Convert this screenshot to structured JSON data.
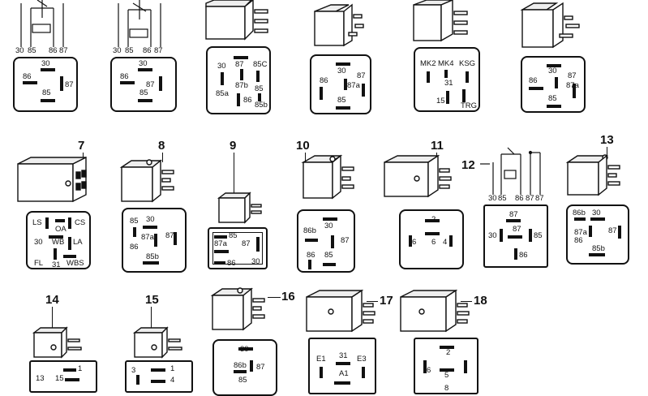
{
  "figure_numbers": [
    "7",
    "8",
    "9",
    "10",
    "11",
    "12",
    "13",
    "14",
    "15",
    "16",
    "17",
    "18"
  ],
  "schematic_pins": {
    "a": [
      "30",
      "85",
      "86",
      "87"
    ],
    "b": [
      "30",
      "85",
      "86",
      "87"
    ],
    "c": [
      "30",
      "85",
      "86",
      "87",
      "87"
    ]
  },
  "faces": {
    "r1a": [
      "30",
      "86",
      "87",
      "85"
    ],
    "r1b": [
      "30",
      "86",
      "87",
      "85"
    ],
    "r1c": [
      "30",
      "87",
      "85C",
      "87b",
      "85",
      "85a",
      "86",
      "85b"
    ],
    "r1d": [
      "30",
      "86",
      "87",
      "87a",
      "85"
    ],
    "r1e": [
      "MK2",
      "MK4",
      "KSG",
      "31",
      "15",
      "TRG"
    ],
    "r1f": [
      "30",
      "86",
      "87",
      "87a",
      "85"
    ],
    "f7": [
      "LS",
      "OA",
      "CS",
      "30",
      "WB",
      "LA",
      "FL",
      "31",
      "WBS"
    ],
    "f8": [
      "85",
      "30",
      "87a",
      "86",
      "87",
      "85b"
    ],
    "f9": [
      "85",
      "87a",
      "86",
      "87",
      "30"
    ],
    "f10": [
      "30",
      "86b",
      "87",
      "86",
      "85"
    ],
    "f11": [
      "2",
      "6",
      "6",
      "4"
    ],
    "f12": [
      "87",
      "30",
      "87",
      "85",
      "86"
    ],
    "f13": [
      "86b",
      "30",
      "87a",
      "86",
      "87",
      "85b"
    ],
    "f14": [
      "1",
      "13",
      "15"
    ],
    "f15": [
      "3",
      "1",
      "4"
    ],
    "f16": [
      "30",
      "86b",
      "87",
      "85"
    ],
    "f17": [
      "31",
      "E1",
      "E3",
      "A1"
    ],
    "f18": [
      "2",
      "6",
      "5",
      "8"
    ]
  }
}
